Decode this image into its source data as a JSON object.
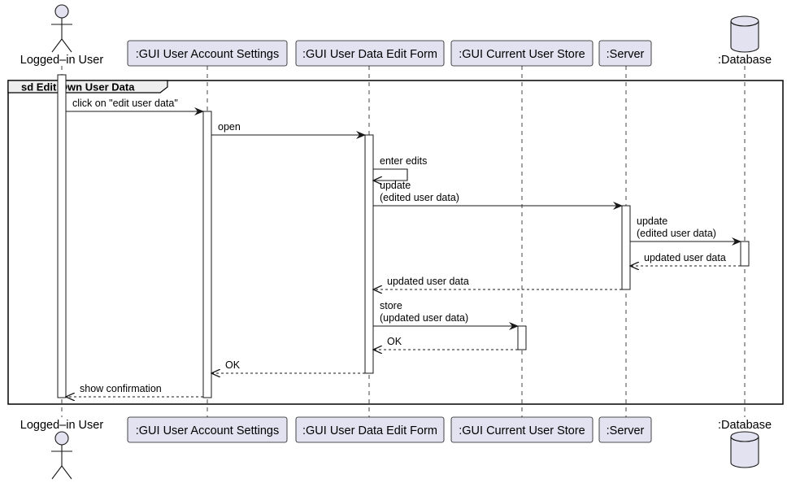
{
  "diagram": {
    "type": "sequence",
    "frame": {
      "keyword": "sd",
      "title": "Edit Own User Data",
      "label": "sd Edit Own User Data"
    },
    "colors": {
      "participant_fill": "#E2E2F0",
      "participant_stroke": "#181818",
      "lifeline": "#181818",
      "activation_fill": "#ffffff",
      "frame_title_fill": "#EEEEEE"
    },
    "participants": [
      {
        "id": "user",
        "kind": "actor",
        "name": "Logged–in User"
      },
      {
        "id": "gas",
        "kind": "participant",
        "name": ":GUI User Account Settings"
      },
      {
        "id": "gedit",
        "kind": "participant",
        "name": ":GUI User Data Edit Form"
      },
      {
        "id": "gstore",
        "kind": "participant",
        "name": ":GUI Current User Store"
      },
      {
        "id": "server",
        "kind": "participant",
        "name": ":Server"
      },
      {
        "id": "db",
        "kind": "database",
        "name": ":Database"
      }
    ],
    "messages": [
      {
        "from": "user",
        "to": "gas",
        "style": "sync",
        "lines": [
          "click on \"edit user data\""
        ]
      },
      {
        "from": "gas",
        "to": "gedit",
        "style": "sync",
        "lines": [
          "open"
        ]
      },
      {
        "from": "gedit",
        "to": "gedit",
        "style": "self",
        "lines": [
          "enter edits"
        ]
      },
      {
        "from": "gedit",
        "to": "server",
        "style": "sync",
        "lines": [
          "update",
          "(edited user data)"
        ]
      },
      {
        "from": "server",
        "to": "db",
        "style": "sync",
        "lines": [
          "update",
          "(edited user data)"
        ]
      },
      {
        "from": "db",
        "to": "server",
        "style": "return",
        "lines": [
          "updated user data"
        ]
      },
      {
        "from": "server",
        "to": "gedit",
        "style": "return",
        "lines": [
          "updated user data"
        ]
      },
      {
        "from": "gedit",
        "to": "gstore",
        "style": "sync",
        "lines": [
          "store",
          "(updated user data)"
        ]
      },
      {
        "from": "gstore",
        "to": "gedit",
        "style": "return",
        "lines": [
          "OK"
        ]
      },
      {
        "from": "gedit",
        "to": "gas",
        "style": "return",
        "lines": [
          "OK"
        ]
      },
      {
        "from": "gas",
        "to": "user",
        "style": "return",
        "lines": [
          "show confirmation"
        ]
      }
    ]
  }
}
